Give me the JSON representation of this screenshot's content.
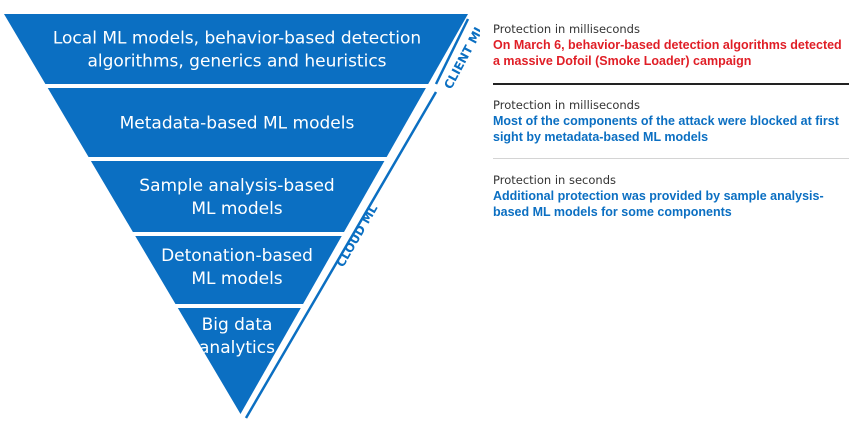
{
  "colors": {
    "layer": "#0b6fc2",
    "text": "#ffffff",
    "highlight": "#e01e26",
    "emphasis": "#0b6fc2",
    "divider": "#222222"
  },
  "layers": [
    {
      "lines": [
        "Local ML models, behavior-based detection",
        "algorithms, generics and heuristics"
      ]
    },
    {
      "lines": [
        "Metadata-based ML models"
      ]
    },
    {
      "lines": [
        "Sample analysis-based",
        "ML models"
      ]
    },
    {
      "lines": [
        "Detonation-based",
        "ML models"
      ]
    },
    {
      "lines": [
        "Big data",
        "analytics"
      ]
    }
  ],
  "side_labels": {
    "client": "CLIENT ML",
    "cloud": "CLOUD ML"
  },
  "notes": [
    {
      "label": "Protection in milliseconds",
      "text": "On March 6, behavior-based detection algorithms detected a massive Dofoil (Smoke Loader) campaign",
      "color": "#e01e26"
    },
    {
      "label": "Protection in milliseconds",
      "text": "Most of the components of the attack were blocked at first sight by metadata-based ML models",
      "color": "#0b6fc2"
    },
    {
      "label": "Protection in seconds",
      "text": "Additional protection was provided by sample analysis-based ML models for some components",
      "color": "#0b6fc2"
    }
  ]
}
